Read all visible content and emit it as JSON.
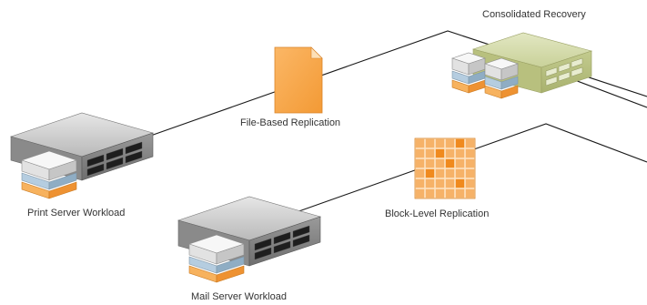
{
  "labels": {
    "consolidated_recovery": "Consolidated Recovery",
    "file_based_replication": "File-Based Replication",
    "print_server_workload": "Print Server Workload",
    "block_level_replication": "Block-Level Replication",
    "mail_server_workload": "Mail Server Workload"
  },
  "colors": {
    "line": "#1a1a1a",
    "file_icon": "#f8a64a",
    "block_grid": "#f6b268",
    "block_highlight": "#f08a1e",
    "recovery_server": "#d4dbad",
    "workload_server": "#a9a9a9",
    "stack_top": "#ececec",
    "stack_mid": "#a9c4d9",
    "stack_bottom": "#f5a042"
  },
  "icons": [
    "server-icon",
    "file-icon",
    "block-grid-icon",
    "storage-stack-icon"
  ]
}
